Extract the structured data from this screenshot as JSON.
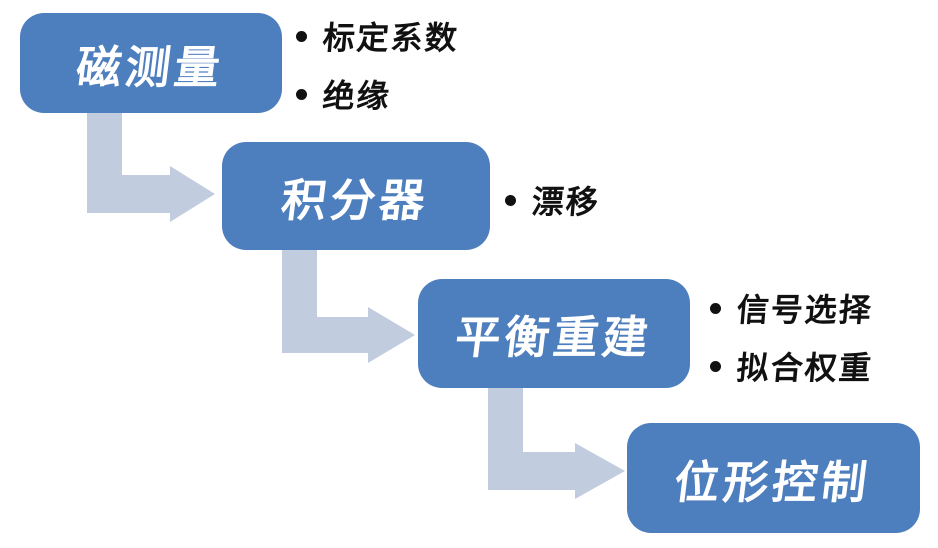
{
  "colors": {
    "box_fill": "#4d7ebd",
    "box_text": "#ffffff",
    "arrow_fill": "#c2ccdf",
    "bullet_text": "#111111",
    "background": "#ffffff"
  },
  "flow": {
    "nodes": [
      {
        "id": "magnetic-measurement",
        "label": "磁测量",
        "bullets": [
          "标定系数",
          "绝缘"
        ]
      },
      {
        "id": "integrator",
        "label": "积分器",
        "bullets": [
          "漂移"
        ]
      },
      {
        "id": "equilibrium-reconstruction",
        "label": "平衡重建",
        "bullets": [
          "信号选择",
          "拟合权重"
        ]
      },
      {
        "id": "shape-control",
        "label": "位形控制",
        "bullets": []
      }
    ],
    "connections": [
      {
        "from": "磁测量",
        "to": "积分器"
      },
      {
        "from": "积分器",
        "to": "平衡重建"
      },
      {
        "from": "平衡重建",
        "to": "位形控制"
      }
    ]
  }
}
